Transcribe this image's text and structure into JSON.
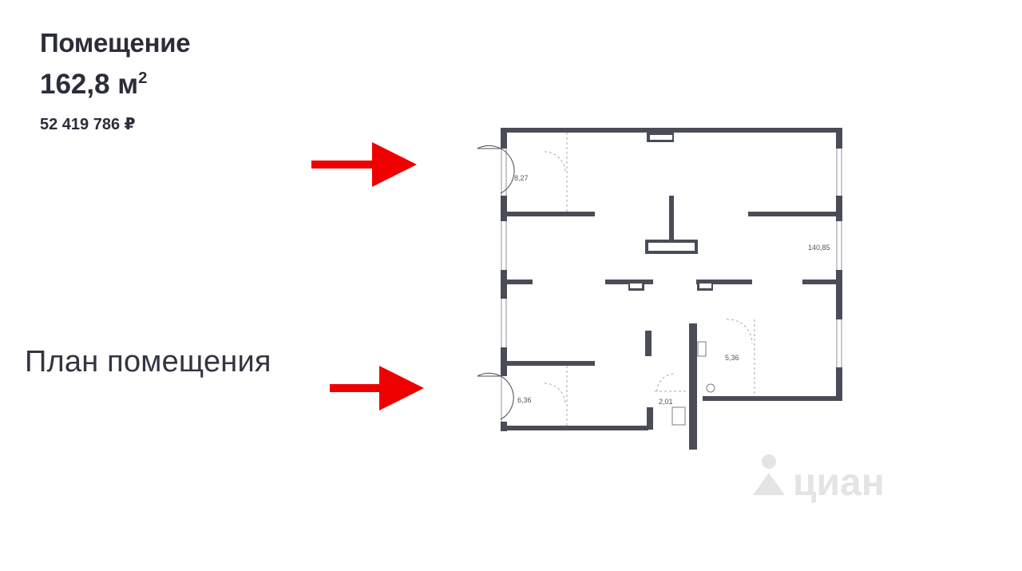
{
  "listing": {
    "title": "Помещение",
    "area_value": "162,8 м",
    "area_unit_sup": "2",
    "price": "52 419 786 ₽"
  },
  "plan": {
    "label": "План помещения",
    "rooms": {
      "room_top_left": "8,27",
      "room_main": "140,85",
      "room_right_small": "5,36",
      "room_bottom_left": "6,36",
      "room_bathroom": "2,01"
    }
  },
  "watermark": {
    "text": "циан",
    "icon": "cian-logo-icon"
  },
  "colors": {
    "text": "#2b2d3a",
    "arrow": "#ee0000",
    "wall": "#4a4d57"
  }
}
